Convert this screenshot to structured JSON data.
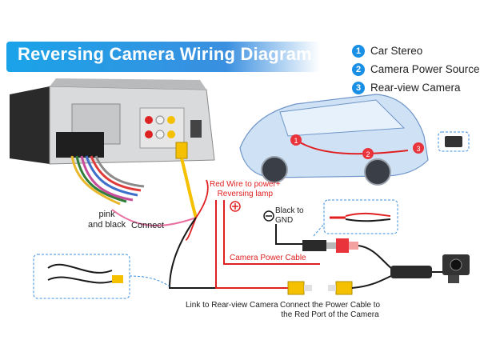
{
  "title": "Reversing Camera Wiring Diagram",
  "legend": [
    {
      "num": "1",
      "label": "Car Stereo"
    },
    {
      "num": "2",
      "label": "Camera Power Source"
    },
    {
      "num": "3",
      "label": "Rear-view Camera"
    }
  ],
  "car_markers": [
    "1",
    "2",
    "3"
  ],
  "labels": {
    "pink_and_black_line1": "pink",
    "pink_and_black_line2": "and black",
    "connect": "Connect",
    "red_wire_line1": "Red Wire to power+",
    "red_wire_line2": "Reversing lamp",
    "black_to_line1": "Black to",
    "black_to_line2": "GND",
    "camera_power_cable": "Camera Power Cable",
    "link_to_camera": "Link to Rear-view Camera",
    "connect_power_line1": "Connect the Power Cable to",
    "connect_power_line2": "the Red Port of the Camera"
  },
  "colors": {
    "banner": "#1aa3e8",
    "badge": "#1a8fe6",
    "wire_red": "#e02020",
    "wire_black": "#1a1a1a",
    "connector_yellow": "#f5c000",
    "connector_red": "#e8343a"
  }
}
